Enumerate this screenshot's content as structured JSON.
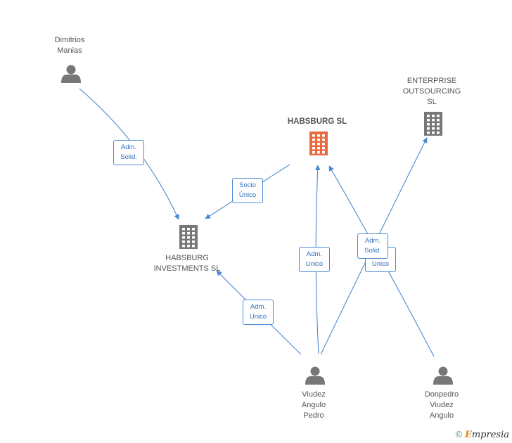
{
  "colors": {
    "edge": "#4a8ad4",
    "person_icon": "#777777",
    "company_icon": "#777777",
    "main_company_icon": "#ea6a3e"
  },
  "nodes": {
    "dimitrios": {
      "label_lines": [
        "Dimitrios",
        "Manias"
      ],
      "icon": "person-icon"
    },
    "habsburg_sl": {
      "label_lines": [
        "HABSBURG SL"
      ],
      "icon": "building-icon"
    },
    "enterprise": {
      "label_lines": [
        "ENTERPRISE",
        "OUTSOURCING",
        "SL"
      ],
      "icon": "building-icon"
    },
    "habsburg_inv": {
      "label_lines": [
        "HABSBURG",
        "INVESTMENTS SL"
      ],
      "icon": "building-icon"
    },
    "viudez": {
      "label_lines": [
        "Viudez",
        "Angulo",
        "Pedro"
      ],
      "icon": "person-icon"
    },
    "donpedro": {
      "label_lines": [
        "Donpedro",
        "Viudez",
        "Angulo"
      ],
      "icon": "person-icon"
    }
  },
  "edges": [
    {
      "from": "dimitrios",
      "to": "habsburg_inv",
      "label_lines": [
        "Adm.",
        "Solid."
      ]
    },
    {
      "from": "habsburg_sl",
      "to": "habsburg_inv",
      "label_lines": [
        "Socio",
        "Único"
      ]
    },
    {
      "from": "viudez",
      "to": "habsburg_inv",
      "label_lines": [
        "Adm.",
        "Unico"
      ]
    },
    {
      "from": "viudez",
      "to": "habsburg_sl",
      "label_lines": [
        "Adm.",
        "Unico"
      ]
    },
    {
      "from": "viudez",
      "to": "enterprise",
      "label_lines": [
        "Adm.",
        "Unico"
      ]
    },
    {
      "from": "donpedro",
      "to": "habsburg_sl",
      "label_lines": [
        "Adm.",
        "Solid."
      ]
    }
  ],
  "footer": {
    "copyright": "©",
    "brand_first": "E",
    "brand_rest": "mpresia"
  }
}
